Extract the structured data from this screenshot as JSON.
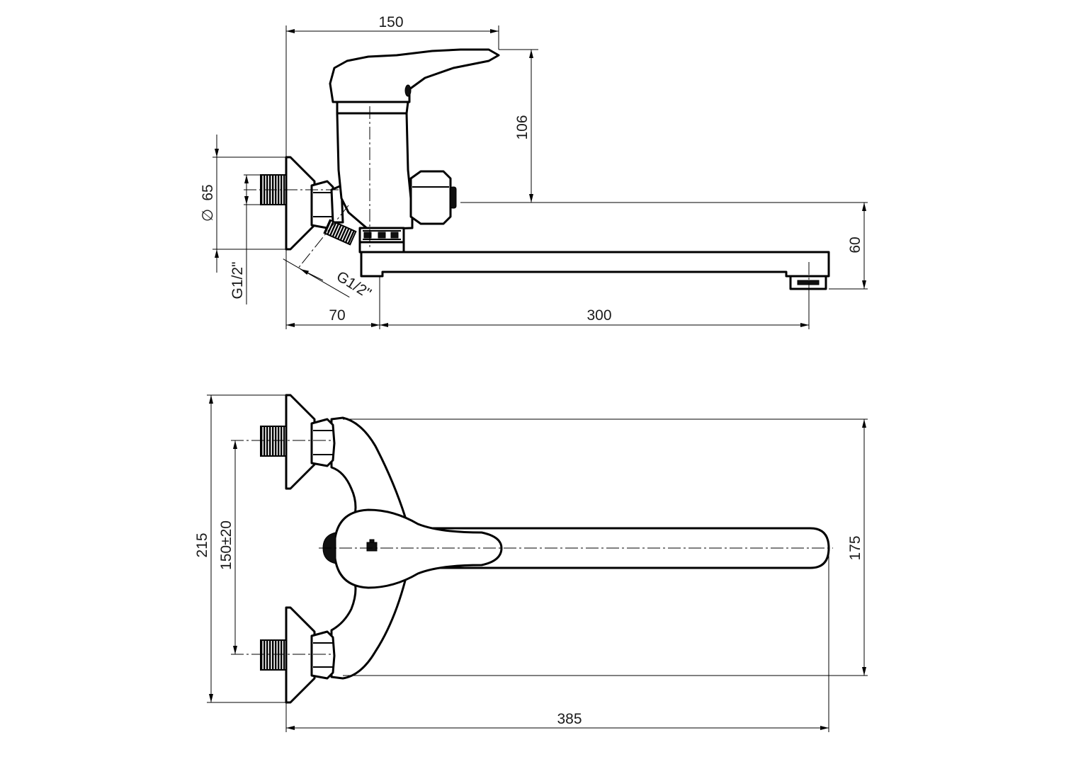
{
  "dimensions": {
    "side_view": {
      "width_top": "150",
      "height_handle": "106",
      "diameter": "65",
      "thread_inlet": "G1/2\"",
      "thread_outlet": "G1/2\"",
      "offset": "70",
      "spout_reach": "300",
      "spout_height": "60"
    },
    "top_view": {
      "total_height": "215",
      "inlet_spacing": "150±20",
      "spout_span": "175",
      "total_length": "385"
    }
  },
  "colors": {
    "line": "#000000",
    "background": "#ffffff"
  }
}
